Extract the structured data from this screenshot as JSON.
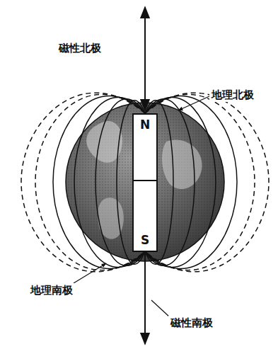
{
  "diagram": {
    "nodes": [
      {
        "text": [
          "N"
        ]
      },
      {
        "text": [
          "S"
        ]
      }
    ],
    "labels": [
      "磁性北极",
      "地理北极",
      "地理南极",
      "磁性南极"
    ]
  }
}
